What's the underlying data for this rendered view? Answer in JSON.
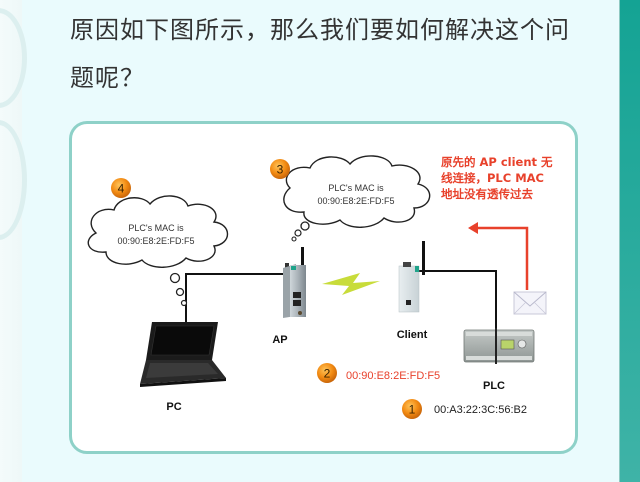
{
  "heading": {
    "line1": "原因如下图所示，那么我们要如何解决这个问",
    "line2": "题呢？"
  },
  "diagram": {
    "devices": {
      "pc": "PC",
      "ap": "AP",
      "client": "Client",
      "plc": "PLC"
    },
    "bubbles": {
      "pc_cloud": {
        "line1": "PLC's MAC is",
        "line2": "00:90:E8:2E:FD:F5"
      },
      "ap_cloud": {
        "line1": "PLC's MAC is",
        "line2": "00:90:E8:2E:FD:F5"
      }
    },
    "steps": [
      {
        "number": "1",
        "text": "00:A3:22:3C:56:B2"
      },
      {
        "number": "2",
        "text": "00:90:E8:2E:FD:F5"
      },
      {
        "number": "3"
      },
      {
        "number": "4"
      }
    ],
    "annotation": {
      "line1": "原先的 AP client 无",
      "line2": "线连接，PLC MAC",
      "line3": "地址没有透传过去"
    },
    "colors": {
      "accent": "#e8412b",
      "badge": "#f08a1c",
      "frame": "#8ed1c8",
      "bar": "#14a394"
    }
  }
}
